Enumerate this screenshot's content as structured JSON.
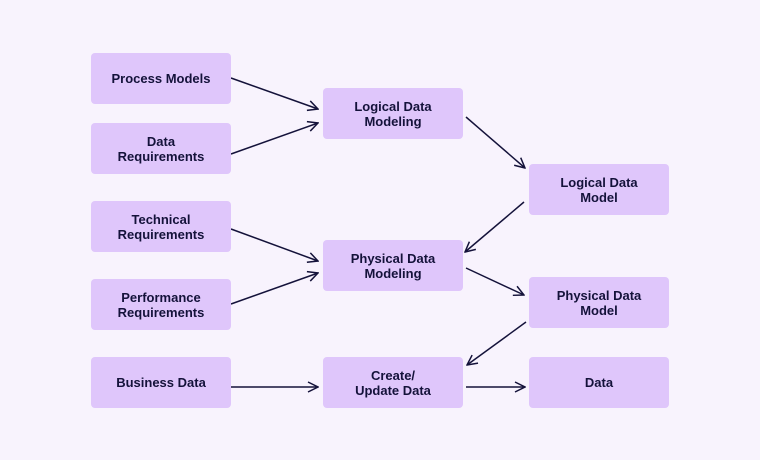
{
  "nodes": {
    "process_models": "Process Models",
    "data_requirements": "Data\nRequirements",
    "technical_requirements": "Technical\nRequirements",
    "performance_requirements": "Performance\nRequirements",
    "business_data": "Business Data",
    "logical_data_modeling": "Logical Data\nModeling",
    "physical_data_modeling": "Physical Data\nModeling",
    "create_update_data": "Create/\nUpdate Data",
    "logical_data_model": "Logical Data\nModel",
    "physical_data_model": "Physical Data\nModel",
    "data": "Data"
  },
  "colors": {
    "background": "#f8f3fd",
    "node_fill": "#dfc6fb",
    "text": "#14123a",
    "arrow": "#14123a"
  }
}
